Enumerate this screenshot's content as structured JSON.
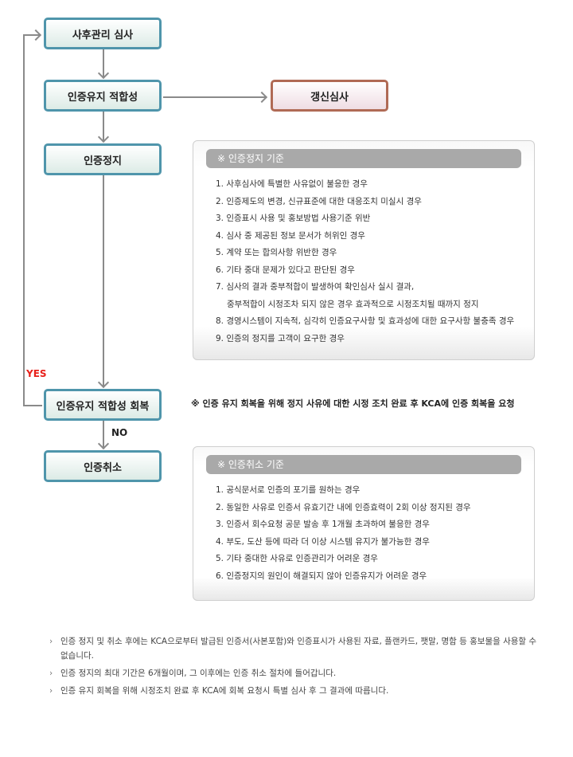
{
  "flow": {
    "post_review": "사후관리 심사",
    "maintain_fit": "인증유지 적합성",
    "renewal": "갱신심사",
    "suspend": "인증정지",
    "restore": "인증유지 적합성 회복",
    "cancel": "인증취소",
    "yes_label": "YES",
    "no_label": "NO",
    "yes_color": "#e8201a"
  },
  "suspend_panel": {
    "title": "※ 인증정지 기준",
    "items": [
      "1. 사후심사에 특별한 사유없이 불응한 경우",
      "2. 인증제도의 변경, 신규표준에 대한 대응조치 미실시 경우",
      "3. 인증표시 사용 및 홍보방법 사용기준 위반",
      "4. 심사 중 제공된 정보 문서가 허위인 경우",
      "5. 계약 또는 합의사항 위반한 경우",
      "6. 기타 중대 문제가 있다고 판단된 경우",
      "7. 심사의 결과 중부적합이 발생하여 확인심사 실시 결과,",
      "중부적합이 시정조차 되지 않은 경우 효과적으로 시정조치될 때까지 정지",
      "8. 경영시스템이 지속적, 심각히 인증요구사항 및 효과성에 대한 요구사항 불충족 경우",
      "9. 인증의 정지를 고객이 요구한 경우"
    ]
  },
  "restore_note": "※ 인증 유지 회복을 위해 정지 사유에 대한 시정 조치 완료 후 KCA에 인증 회복을 요청",
  "cancel_panel": {
    "title": "※ 인증취소 기준",
    "items": [
      "1. 공식문서로 인증의 포기를 원하는 경우",
      "2. 동일한 사유로 인증서 유효기간 내에 인증효력이 2회 이상 정지된 경우",
      "3. 인증서 회수요청 공문 발송 후 1개월 초과하여 불응한 경우",
      "4. 부도, 도산 등에 따라 더 이상 시스템 유지가 불가능한 경우",
      "5. 기타 중대한 사유로 인증관리가 어려운 경우",
      "6. 인증정지의 원인이 해결되지 않아 인증유지가 어려운 경우"
    ]
  },
  "notes": [
    "인증 정지 및 취소 후에는 KCA으로부터 발급된 인증서(사본포함)와 인증표시가 사용된 자료, 플랜카드, 팻말, 명함 등 홍보물을 사용할 수 없습니다.",
    "인증 정지의 최대 기간은 6개월이며, 그 이후에는 인증 취소 절차에 들어갑니다.",
    "인증 유지 회복을 위해 시정조치 완료 후 KCA에 회복 요청시 특별 심사 후 그 결과에 따릅니다."
  ]
}
